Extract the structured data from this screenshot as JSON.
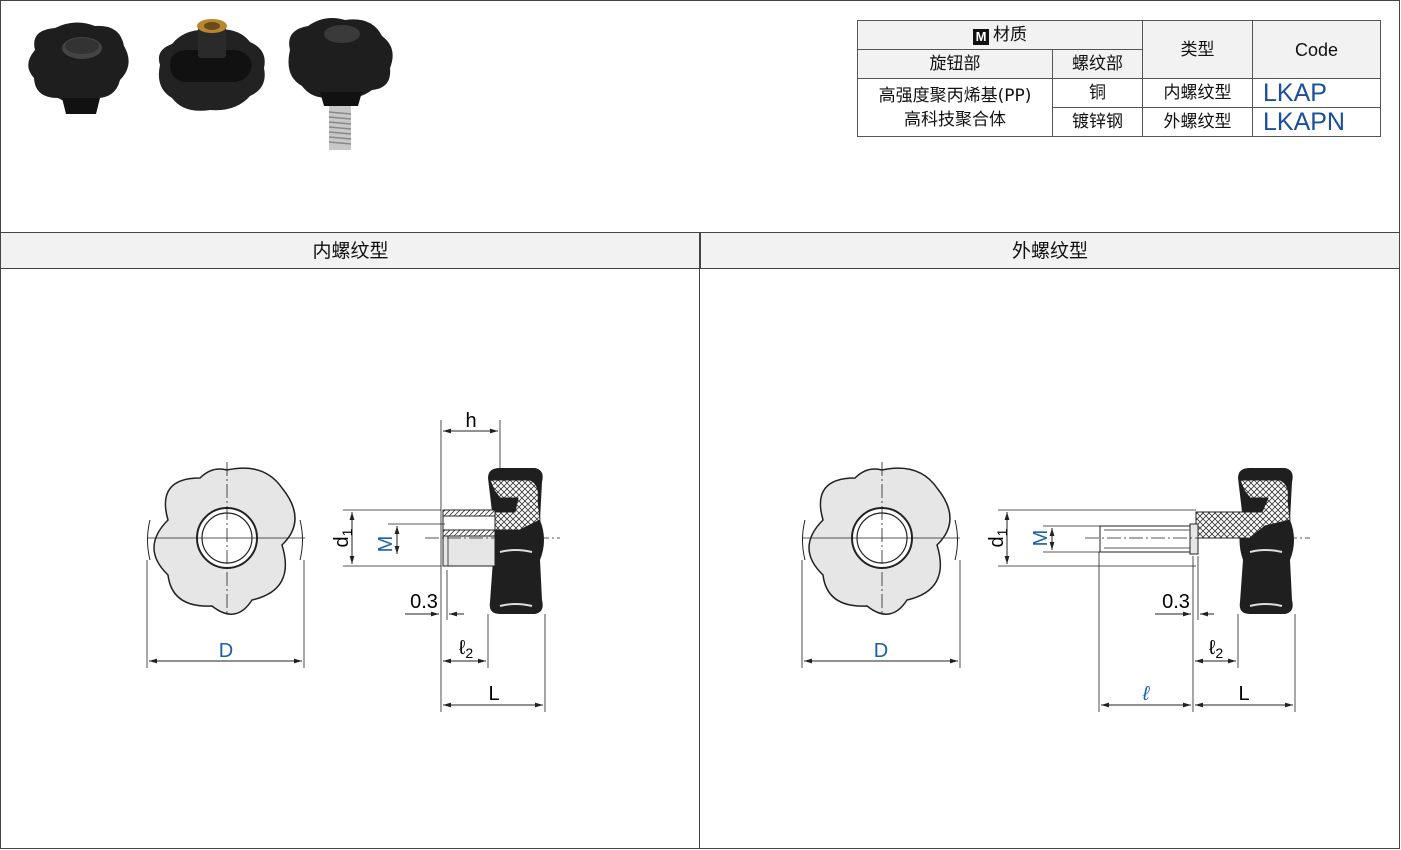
{
  "spec_table": {
    "material_header": "材质",
    "material_icon": "M",
    "knob_header": "旋钮部",
    "thread_header": "螺纹部",
    "type_header": "类型",
    "code_header": "Code",
    "knob_material_line1": "高强度聚丙烯基(PP)",
    "knob_material_line2": "高科技聚合体",
    "rows": [
      {
        "thread": "铜",
        "type": "内螺纹型",
        "code": "LKAP"
      },
      {
        "thread": "镀锌钢",
        "type": "外螺纹型",
        "code": "LKAPN"
      }
    ]
  },
  "sections": {
    "left_title": "内螺纹型",
    "right_title": "外螺纹型"
  },
  "dims": {
    "h": "h",
    "d1": "d",
    "d1_sub": "1",
    "M": "M",
    "D": "D",
    "offset": "0.3",
    "l2": "ℓ",
    "l2_sub": "2",
    "L": "L",
    "l": "ℓ"
  },
  "colors": {
    "accent": "#1a5fa8",
    "knob": "#1f1f1f",
    "header_bg": "#f2f2f2"
  }
}
